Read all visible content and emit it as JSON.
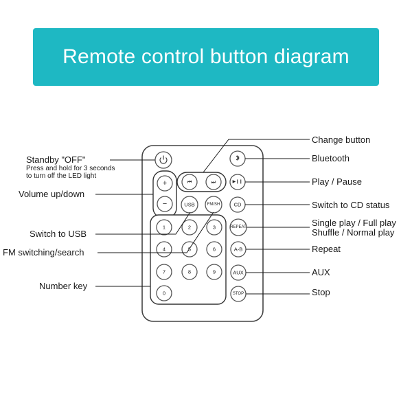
{
  "title": "Remote control button diagram",
  "colors": {
    "banner": "#1eb8c3",
    "line": "#1a1a1a",
    "outline": "#555555"
  },
  "left_labels": {
    "standby_title": "Standby \"OFF\"",
    "standby_desc_1": "Press and hold for 3 seconds",
    "standby_desc_2": "to turn off the LED light",
    "volume": "Volume up/down",
    "usb": "Switch to USB",
    "fm": "FM switching/search",
    "number": "Number key"
  },
  "right_labels": {
    "change": "Change button",
    "bluetooth": "Bluetooth",
    "play_pause": "Play / Pause",
    "cd": "Switch to CD status",
    "repeat_mode_1": "Single play / Full play",
    "repeat_mode_2": "Shuffle / Normal play",
    "repeat": "Repeat",
    "aux": "AUX",
    "stop": "Stop"
  },
  "buttons": {
    "power": "power-icon",
    "bluetooth": "bluetooth-icon",
    "prev": "⏮",
    "next": "⏭",
    "play_pause": "▶❙❙",
    "plus": "+",
    "minus": "−",
    "usb": "USB",
    "fmsh": "FM/SH",
    "cd": "CD",
    "repeat": "REPEAT",
    "ab": "A-B",
    "aux": "AUX",
    "stop": "STOP",
    "n1": "1",
    "n2": "2",
    "n3": "3",
    "n4": "4",
    "n5": "5",
    "n6": "6",
    "n7": "7",
    "n8": "8",
    "n9": "9",
    "n0": "0"
  }
}
